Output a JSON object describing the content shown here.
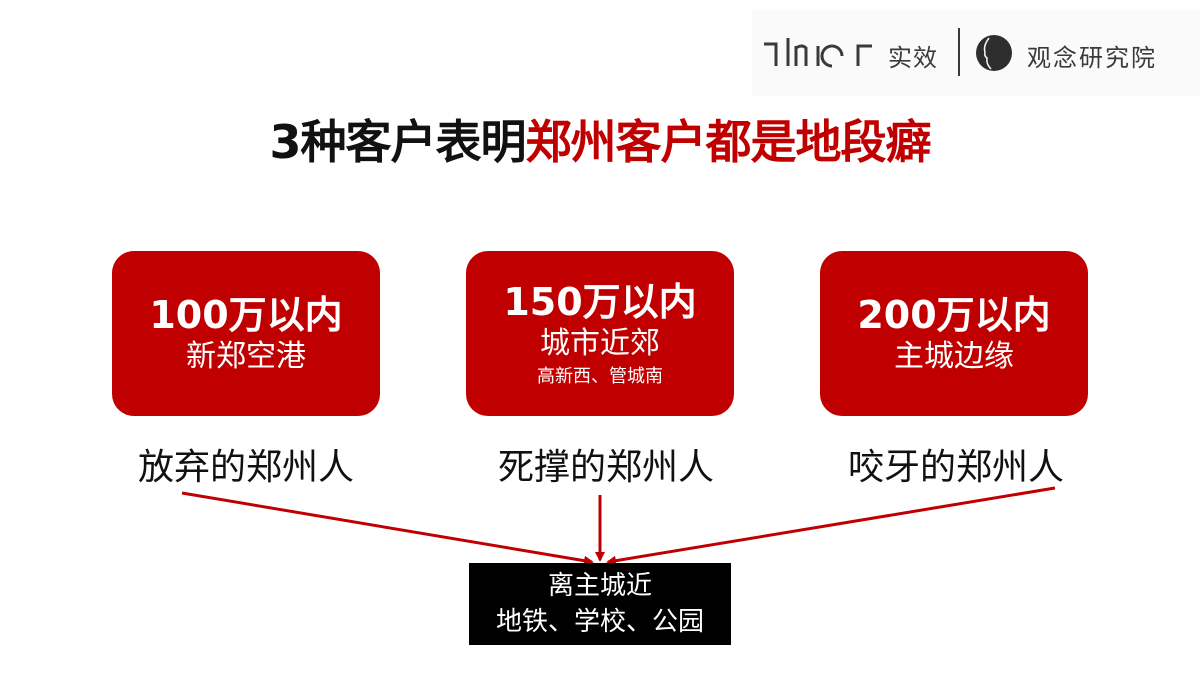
{
  "logo": {
    "mark_text": "thinκ",
    "brand_cn": "实效",
    "institute_icon": "head-profile-icon",
    "institute_cn": "观念研究院"
  },
  "title": {
    "prefix": "3种客户表明",
    "highlight": "郑州客户都是地段癖",
    "colors": {
      "prefix": "#111111",
      "highlight": "#c00000"
    }
  },
  "cards": [
    {
      "price": "100万以内",
      "area": "新郑空港",
      "sub": ""
    },
    {
      "price": "150万以内",
      "area": "城市近郊",
      "sub": "高新西、管城南"
    },
    {
      "price": "200万以内",
      "area": "主城边缘",
      "sub": ""
    }
  ],
  "labels": [
    "放弃的郑州人",
    "死撑的郑州人",
    "咬牙的郑州人"
  ],
  "result": {
    "line1": "离主城近",
    "line2": "地铁、学校、公园"
  },
  "colors": {
    "card_bg": "#c00000",
    "arrow": "#c00000",
    "result_bg": "#000000"
  }
}
